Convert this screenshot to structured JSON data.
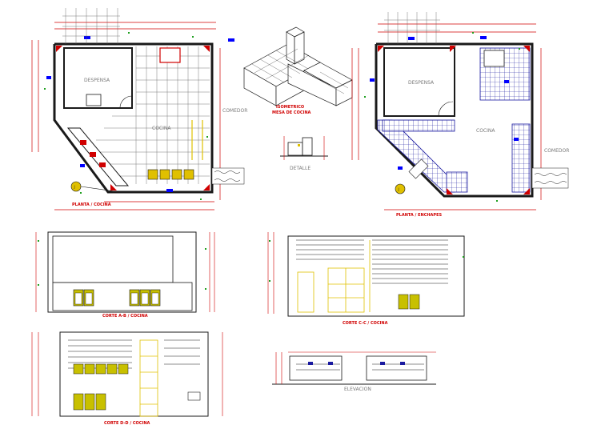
{
  "sheet": {
    "plan_kitchen_title": "PLANTA / COCINA",
    "plan_tiles_title": "PLANTA / ENCHAPES",
    "iso_title_1": "ISOMETRICO",
    "iso_title_2": "MESA DE COCINA",
    "detail_title": "DETALLE",
    "section_ab_title": "CORTE A-B / COCINA",
    "section_cd_title": "CORTE C-C / COCINA",
    "section_ef_title": "CORTE D-D / COCINA",
    "elevation_title": "ELEVACION",
    "room_despensa": "DESPENSA",
    "room_cocina": "COCINA",
    "room_comedor": "COMEDOR",
    "marker_j": "J"
  },
  "colors": {
    "wall": "#1a1a1a",
    "dim": "#d00000",
    "tile": "#1a1aa0",
    "accent_yellow": "#e0c000",
    "accent_green": "#20a020",
    "accent_cyan": "#00b0c0",
    "blue_tag": "#0000ff",
    "cabinet_fill": "#c8c000"
  }
}
